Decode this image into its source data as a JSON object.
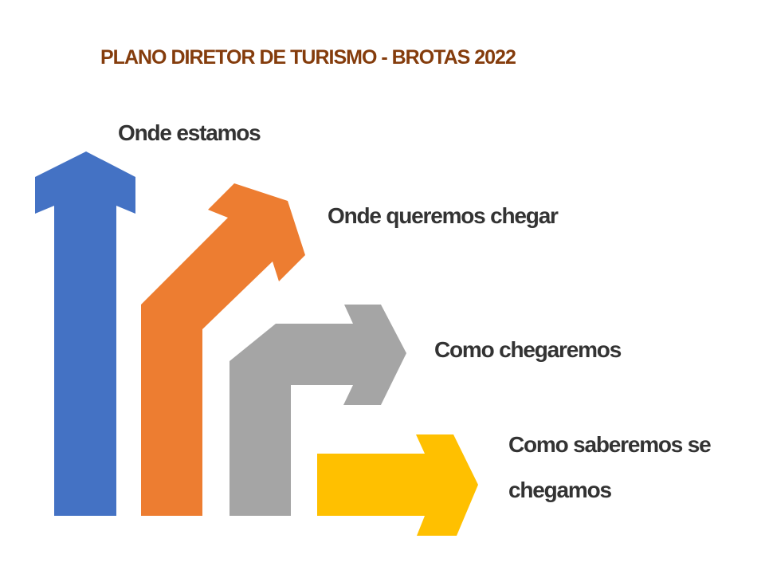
{
  "title": "PLANO DIRETOR DE TURISMO - BROTAS 2022",
  "colors": {
    "title": "#843C0C",
    "label": "#333333",
    "arrow_blue": "#4472C4",
    "arrow_orange": "#ED7D31",
    "arrow_gray": "#A5A5A5",
    "arrow_yellow": "#FFC000"
  },
  "steps": [
    {
      "label": "Onde estamos",
      "icon": "arrow-up-icon"
    },
    {
      "label": "Onde queremos chegar",
      "icon": "arrow-up-right-icon"
    },
    {
      "label": "Como chegaremos",
      "icon": "arrow-bend-right-icon"
    },
    {
      "label_line1": "Como saberemos se",
      "label_line2": "chegamos",
      "icon": "arrow-right-icon"
    }
  ]
}
